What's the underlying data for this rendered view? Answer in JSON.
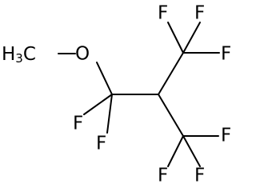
{
  "molecule": {
    "methyl": {
      "element": "H",
      "subscript": "3",
      "carbon": "C"
    },
    "oxygen": "O",
    "fluorines": [
      "F",
      "F",
      "F",
      "F",
      "F",
      "F",
      "F",
      "F"
    ]
  },
  "colors": {
    "bond": "#000000",
    "text": "#000000",
    "background": "#ffffff"
  }
}
